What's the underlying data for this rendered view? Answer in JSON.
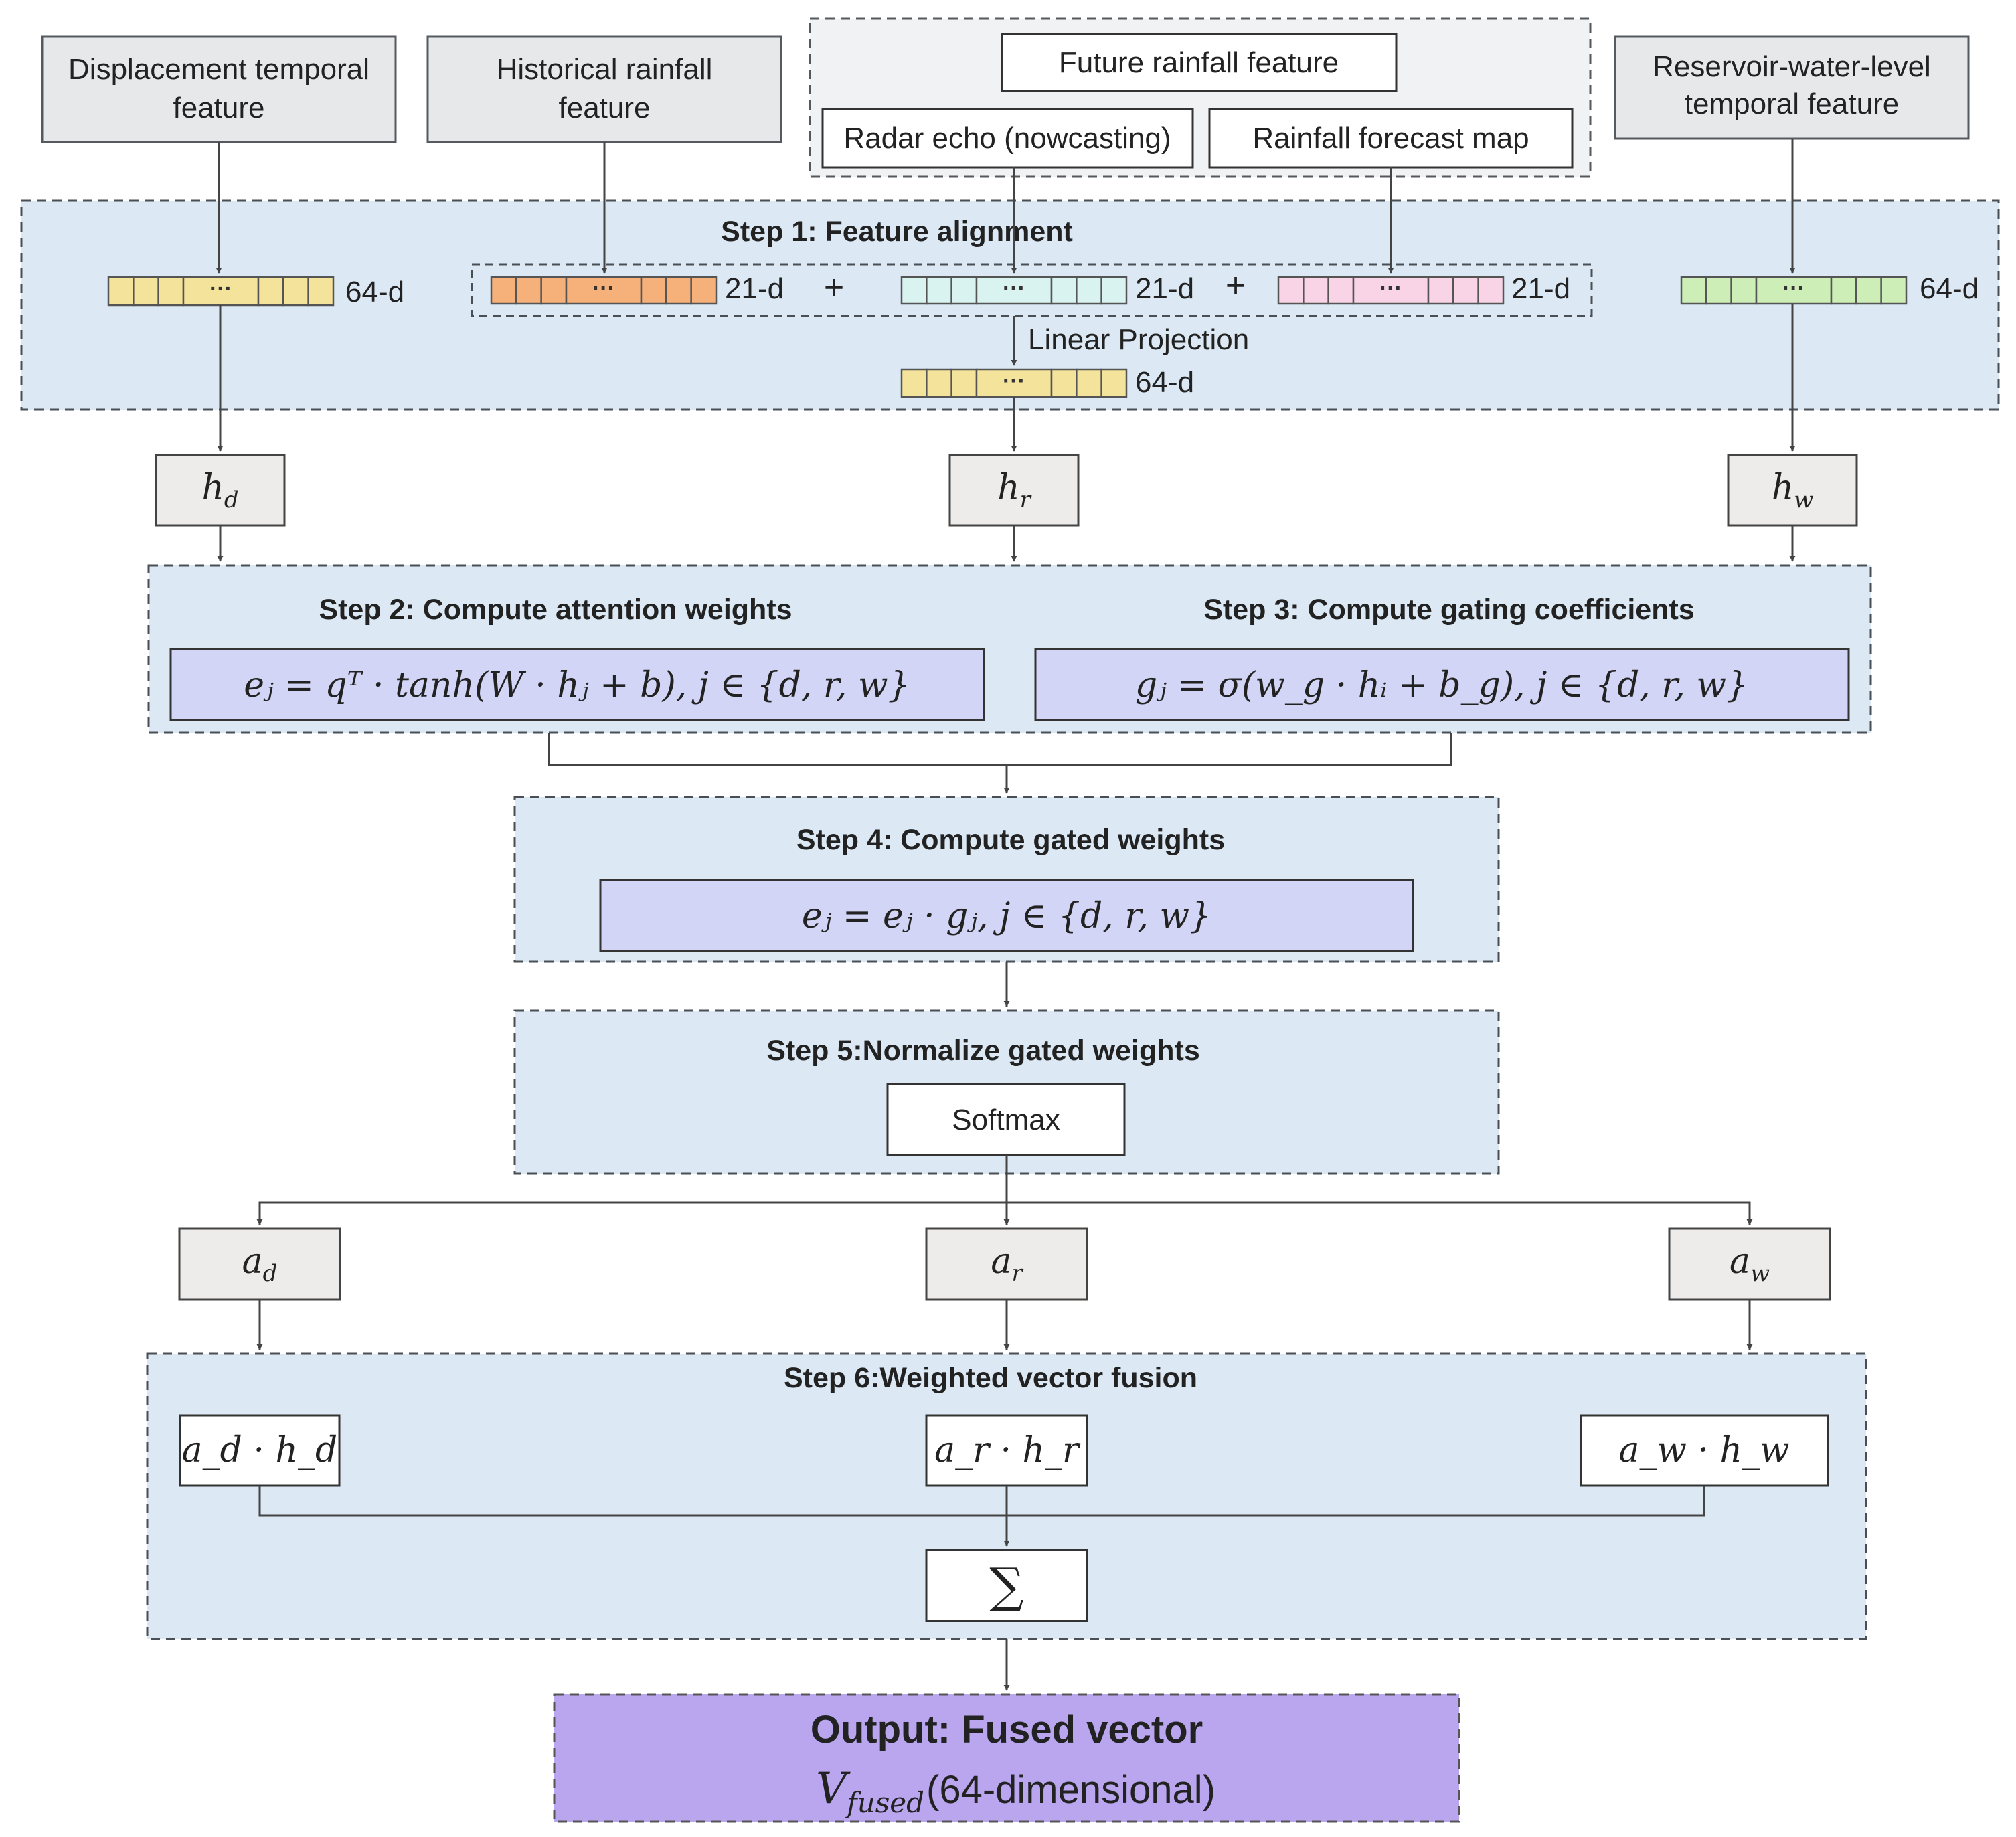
{
  "inputs": {
    "displacement": [
      "Displacement temporal",
      "feature"
    ],
    "historical_rainfall": [
      "Historical rainfall",
      "feature"
    ],
    "future_rainfall": "Future rainfall feature",
    "radar_echo": "Radar echo (nowcasting)",
    "rainfall_forecast": "Rainfall forecast map",
    "reservoir": [
      "Reservoir-water-level",
      "temporal feature"
    ]
  },
  "step1": {
    "title": "Step 1: Feature alignment",
    "dim_64": "64-d",
    "dim_21": "21-d",
    "plus": "+",
    "ellipsis": "···",
    "linear_projection": "Linear Projection",
    "vector_colors": {
      "displacement": "#f4e39b",
      "historical": "#f6b17b",
      "radar": "#d9f3f1",
      "forecast": "#f9d3e6",
      "projected": "#f4e39b",
      "reservoir": "#cdeeb7"
    }
  },
  "hidden": {
    "h_d": "h",
    "h_d_sub": "d",
    "h_r": "h",
    "h_r_sub": "r",
    "h_w": "h",
    "h_w_sub": "w"
  },
  "step2": {
    "title": "Step 2: Compute attention weights",
    "formula": "eⱼ = qᵀ · tanh(W · hⱼ + b), j ∈ {d, r, w}"
  },
  "step3": {
    "title": "Step 3: Compute gating coefficients",
    "formula": "gⱼ = σ(w_g · hᵢ + b_g), j ∈ {d, r, w}"
  },
  "step4": {
    "title": "Step 4: Compute gated weights",
    "formula": "eⱼ = eⱼ · gⱼ, j ∈ {d, r, w}"
  },
  "step5": {
    "title": "Step 5:Normalize gated weights",
    "softmax": "Softmax"
  },
  "alphas": {
    "a_d": "a",
    "a_d_sub": "d",
    "a_r": "a",
    "a_r_sub": "r",
    "a_w": "a",
    "a_w_sub": "w"
  },
  "step6": {
    "title": "Step 6:Weighted vector fusion",
    "prod_d": "a_d · h_d",
    "prod_r": "a_r · h_r",
    "prod_w": "a_w · h_w",
    "sum": "∑"
  },
  "output": {
    "title": "Output: Fused vector",
    "v": "V",
    "v_sub": "fused",
    "dims": "(64-dimensional)"
  }
}
